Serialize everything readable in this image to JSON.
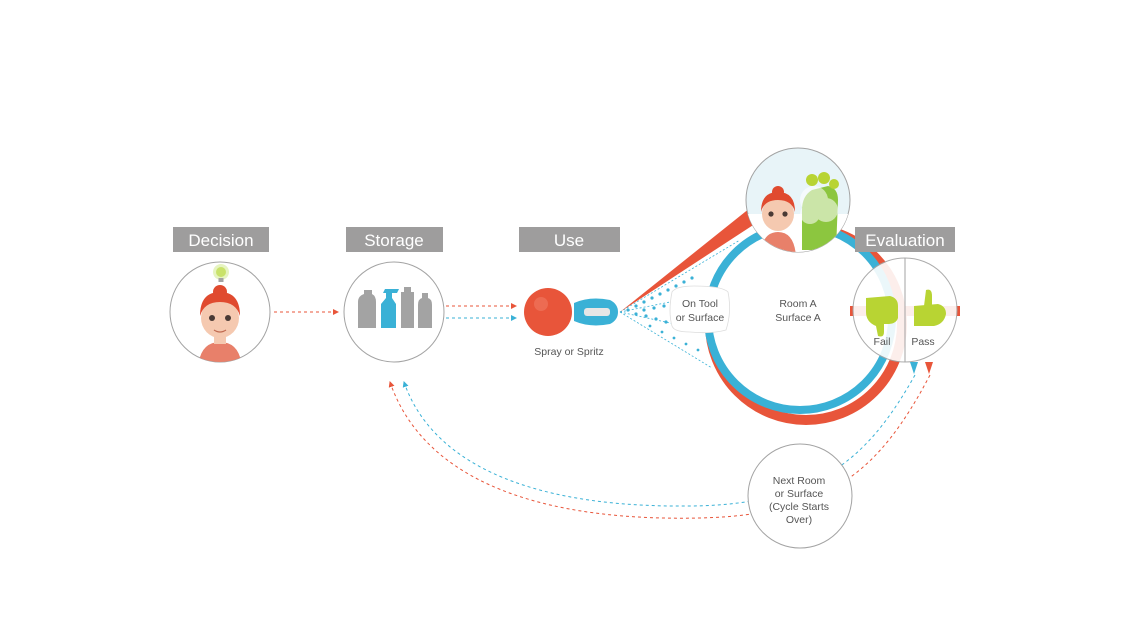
{
  "stages": {
    "decision": "Decision",
    "storage": "Storage",
    "use": "Use",
    "evaluation": "Evaluation"
  },
  "use": {
    "caption": "Spray or Spritz",
    "target_line1": "On Tool",
    "target_line2": "or Surface"
  },
  "room": {
    "line1": "Room A",
    "line2": "Surface A"
  },
  "evaluation": {
    "fail": "Fail",
    "pass": "Pass"
  },
  "next": {
    "line1": "Next Room",
    "line2": "or Surface",
    "line3": "(Cycle Starts",
    "line4": "Over)"
  },
  "colors": {
    "header_bg": "#9e9d9d",
    "red": "#e8553a",
    "blue": "#3ab1d6",
    "green": "#b8d433",
    "gray": "#a3a3a3",
    "skin": "#f5c9b0",
    "hair": "#e04a2f"
  }
}
